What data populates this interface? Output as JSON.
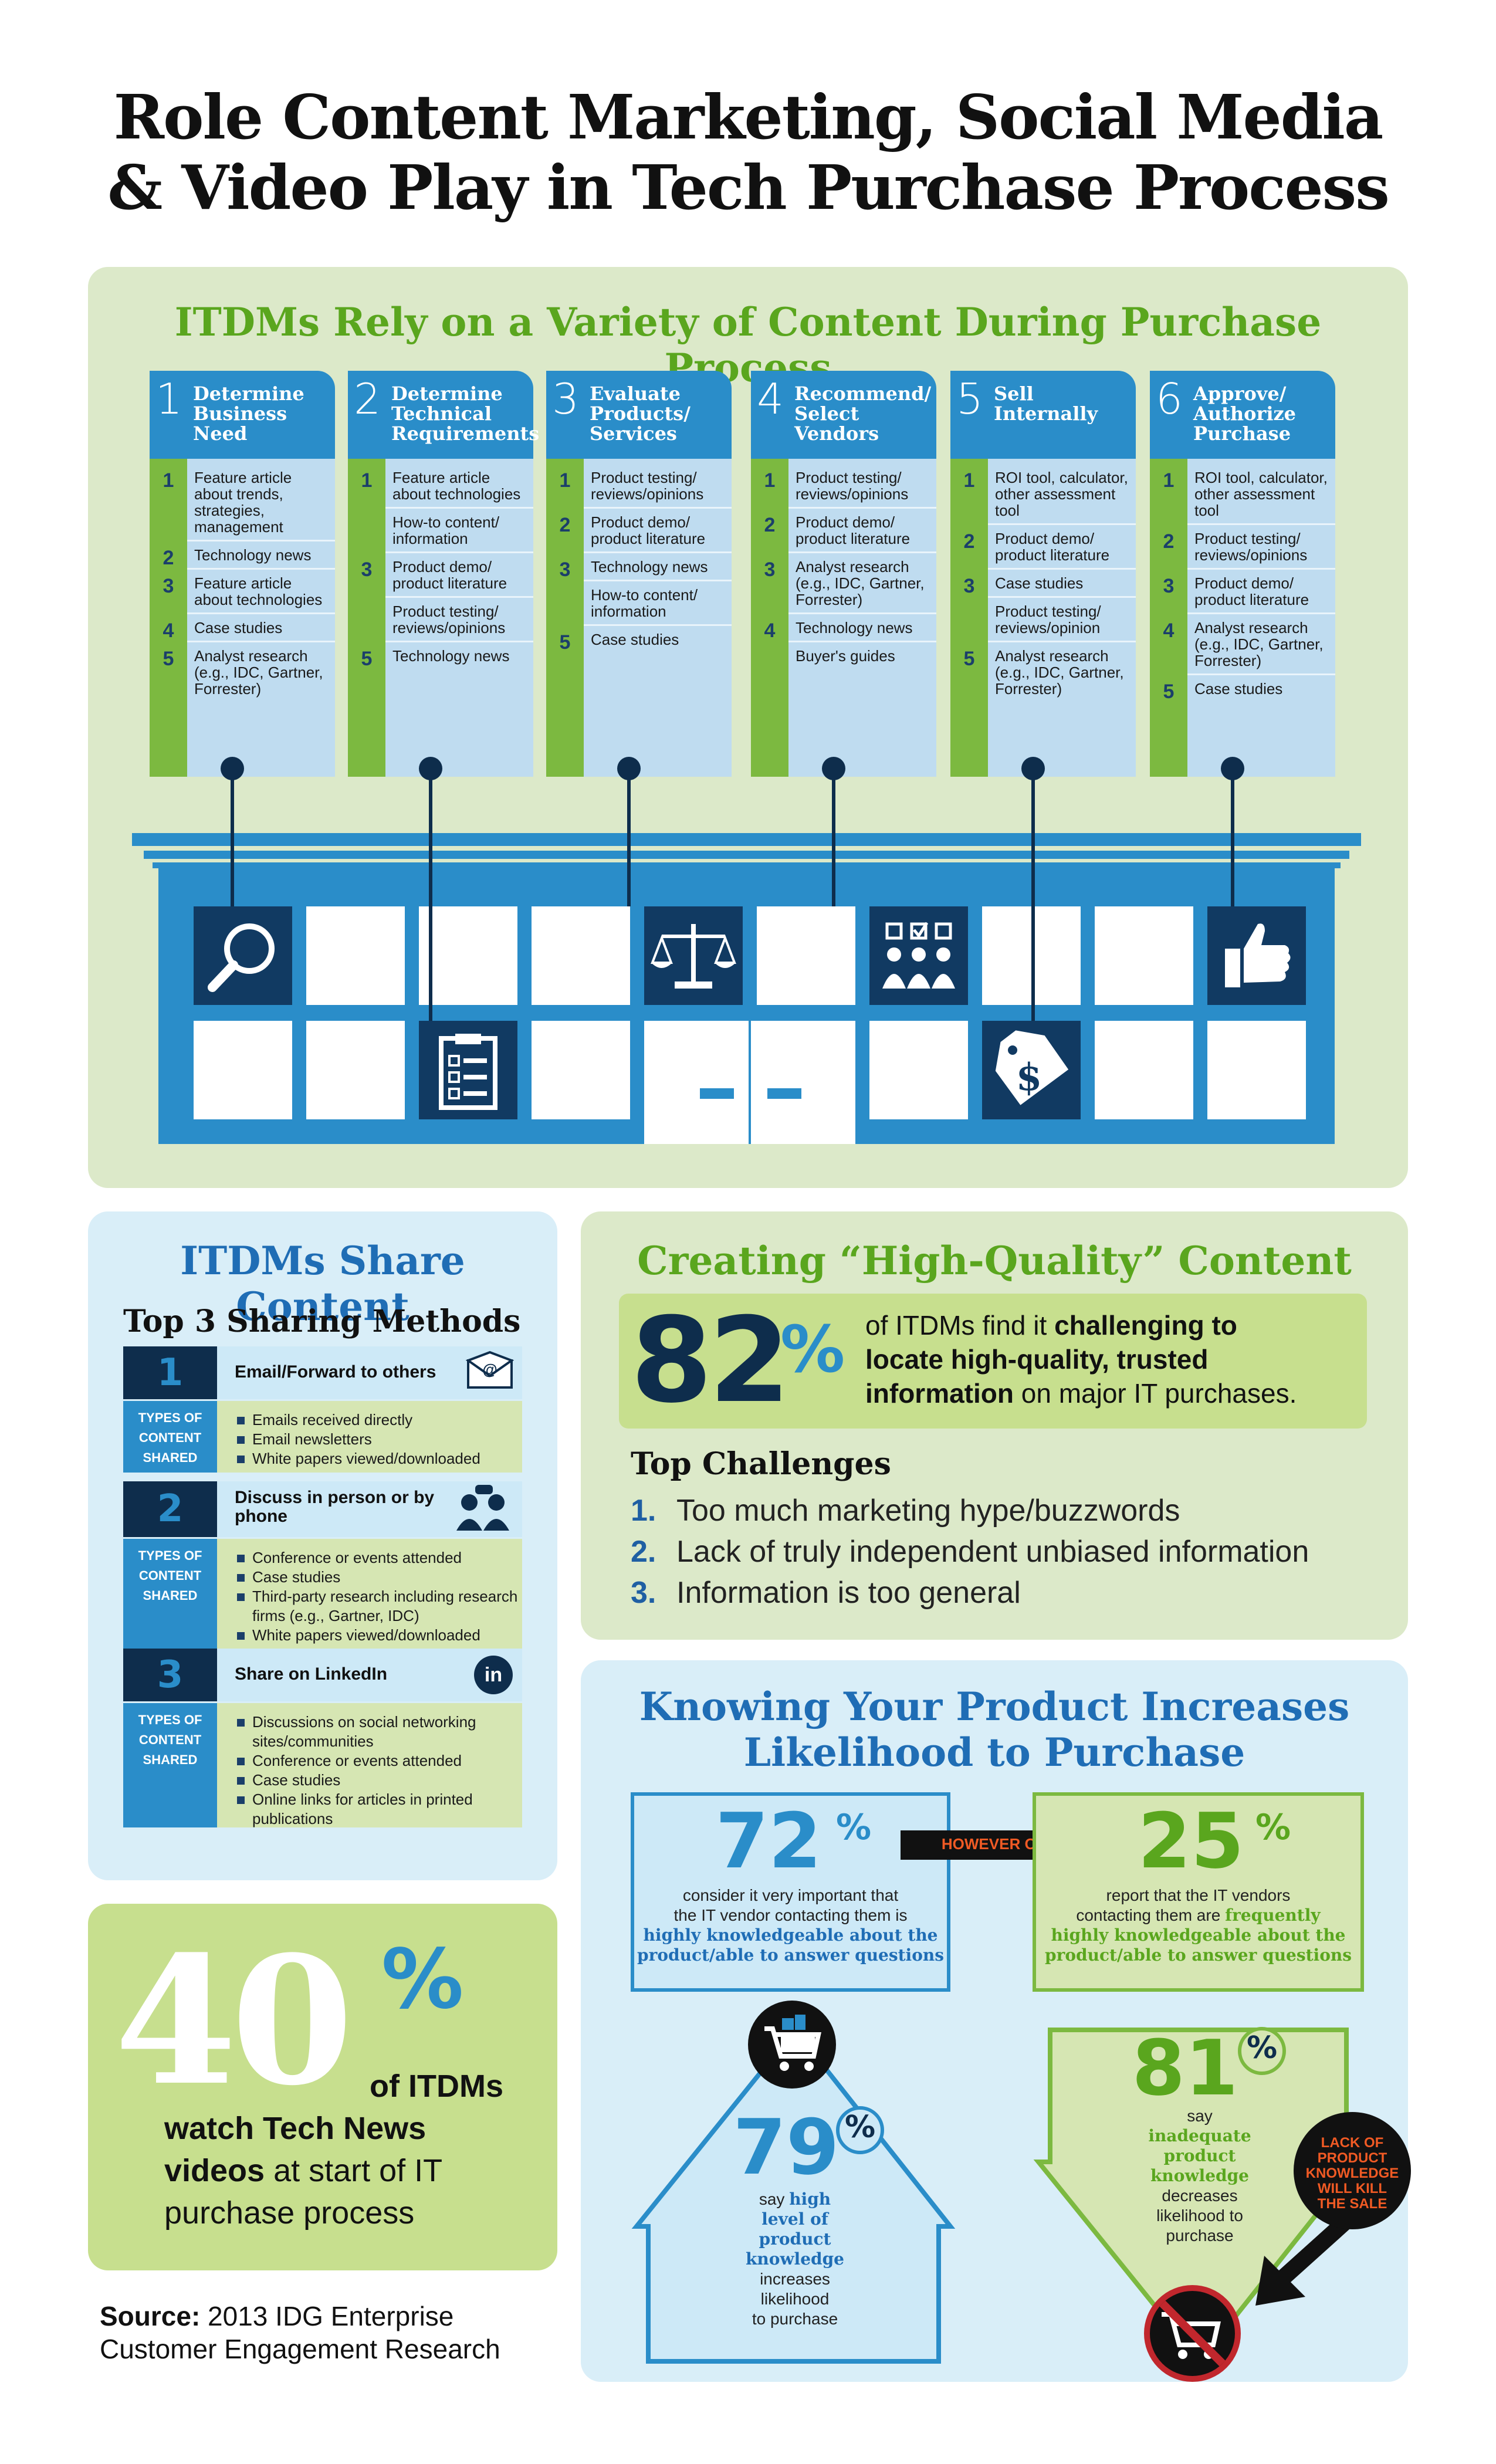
{
  "title": {
    "line1": "Role Content Marketing, Social Media",
    "line2": "& Video Play in Tech Purchase Process"
  },
  "process": {
    "title": "ITDMs Rely on a Variety of Content During Purchase Process",
    "steps": [
      {
        "num": "1",
        "name": "Determine Business Need",
        "icon": "magnifier-icon",
        "items": [
          {
            "n": "1",
            "t": "Feature article about trends, strategies, management"
          },
          {
            "n": "2",
            "t": "Technology news"
          },
          {
            "n": "3",
            "t": "Feature article about technologies"
          },
          {
            "n": "4",
            "t": "Case studies"
          },
          {
            "n": "5",
            "t": "Analyst research (e.g., IDC, Gartner, Forrester)"
          }
        ]
      },
      {
        "num": "2",
        "name": "Determine Technical Requirements",
        "icon": "checklist-icon",
        "items": [
          {
            "n": "1",
            "t": "Feature article about technologies"
          },
          {
            "n": "",
            "t": "How-to content/ information"
          },
          {
            "n": "3",
            "t": "Product demo/ product literature"
          },
          {
            "n": "",
            "t": "Product testing/ reviews/opinions"
          },
          {
            "n": "5",
            "t": "Technology news"
          }
        ]
      },
      {
        "num": "3",
        "name": "Evaluate Products/ Services",
        "icon": "scales-icon",
        "items": [
          {
            "n": "1",
            "t": "Product testing/ reviews/opinions"
          },
          {
            "n": "2",
            "t": "Product demo/ product literature"
          },
          {
            "n": "3",
            "t": "Technology news"
          },
          {
            "n": "",
            "t": "How-to content/ information"
          },
          {
            "n": "5",
            "t": "Case studies"
          }
        ]
      },
      {
        "num": "4",
        "name": "Recommend/ Select Vendors",
        "icon": "people-vote-icon",
        "items": [
          {
            "n": "1",
            "t": "Product testing/ reviews/opinions"
          },
          {
            "n": "2",
            "t": "Product demo/ product literature"
          },
          {
            "n": "3",
            "t": "Analyst research (e.g., IDC, Gartner, Forrester)"
          },
          {
            "n": "4",
            "t": "Technology news"
          },
          {
            "n": "",
            "t": "Buyer's guides"
          }
        ]
      },
      {
        "num": "5",
        "name": "Sell Internally",
        "icon": "price-tag-icon",
        "items": [
          {
            "n": "1",
            "t": "ROI tool, calculator, other assessment tool"
          },
          {
            "n": "2",
            "t": "Product demo/ product literature"
          },
          {
            "n": "3",
            "t": "Case studies"
          },
          {
            "n": "",
            "t": "Product testing/ reviews/opinion"
          },
          {
            "n": "5",
            "t": "Analyst research (e.g., IDC, Gartner, Forrester)"
          }
        ]
      },
      {
        "num": "6",
        "name": "Approve/ Authorize Purchase",
        "icon": "thumbs-up-icon",
        "items": [
          {
            "n": "1",
            "t": "ROI tool, calculator, other assessment tool"
          },
          {
            "n": "2",
            "t": "Product testing/ reviews/opinions"
          },
          {
            "n": "3",
            "t": "Product demo/ product literature"
          },
          {
            "n": "4",
            "t": "Analyst research (e.g., IDC, Gartner, Forrester)"
          },
          {
            "n": "5",
            "t": "Case studies"
          }
        ]
      }
    ]
  },
  "share": {
    "title": "ITDMs Share Content",
    "subtitle": "Top 3 Sharing Methods",
    "types_label": "TYPES OF CONTENT SHARED",
    "methods": [
      {
        "num": "1",
        "name": "Email/Forward to others",
        "icon": "email-icon",
        "items": [
          "Emails received directly",
          "Email newsletters",
          "White papers viewed/downloaded"
        ]
      },
      {
        "num": "2",
        "name": "Discuss in person or by phone",
        "icon": "people-talking-icon",
        "items": [
          "Conference or events attended",
          "Case studies",
          "Third-party research including research firms (e.g., Gartner, IDC)",
          "White papers viewed/downloaded"
        ]
      },
      {
        "num": "3",
        "name": "Share on LinkedIn",
        "icon": "linkedin-icon",
        "icon_text": "in",
        "items": [
          "Discussions on social networking sites/communities",
          "Conference or events attended",
          "Case studies",
          "Online links for articles in printed publications"
        ]
      }
    ]
  },
  "video": {
    "num": "40",
    "pct": "%",
    "line1": "of ITDMs",
    "line2": "watch Tech News",
    "line3a": "videos",
    "line3b": " at start of IT",
    "line4": "purchase process"
  },
  "source": {
    "label": "Source:",
    "text1": " 2013 IDG Enterprise",
    "text2": "Customer Engagement Research"
  },
  "quality": {
    "title": "Creating “High-Quality” Content",
    "num": "82",
    "pct": "%",
    "l1a": "of ITDMs find it ",
    "l1b": "challenging to",
    "l2": "locate high-quality, trusted",
    "l3a": "information",
    "l3b": " on major IT purchases.",
    "challenges_title": "Top Challenges",
    "challenges": [
      {
        "n": "1.",
        "t": "Too much marketing hype/buzzwords"
      },
      {
        "n": "2.",
        "t": "Lack of truly independent unbiased information"
      },
      {
        "n": "3.",
        "t": "Information is too general"
      }
    ]
  },
  "knowing": {
    "title1": "Knowing Your Product Increases",
    "title2": "Likelihood to Purchase",
    "s72": {
      "num": "72",
      "pct": "%",
      "l1": "consider it very important that",
      "l2": "the IT vendor contacting them is",
      "l3": "highly knowledgeable about the",
      "l4": "product/able to answer questions"
    },
    "however": "HOWEVER ONLY...",
    "s25": {
      "num": "25",
      "pct": "%",
      "l1": "report that the IT vendors",
      "l2a": "contacting them are ",
      "l2b": "frequently",
      "l3": "highly knowledgeable about the",
      "l4": "product/able to answer questions"
    },
    "s79": {
      "num": "79",
      "pct": "%",
      "l1": "say",
      "l2": "high",
      "l3": "level of",
      "l4": "product",
      "l5": "knowledge",
      "l6": "increases",
      "l7": "likelihood",
      "l8": "to purchase"
    },
    "s81": {
      "num": "81",
      "pct": "%",
      "l1": "say",
      "l2": "inadequate",
      "l3": "product",
      "l4": "knowledge",
      "l5": "decreases",
      "l6": "likelihood to",
      "l7": "purchase"
    },
    "kill": [
      "LACK OF",
      "PRODUCT",
      "KNOWLEDGE",
      "WILL KILL",
      "THE SALE"
    ]
  },
  "colors": {
    "navy": "#0e2d4c",
    "blue": "#2a8dc9",
    "green": "#7cb940",
    "light_green": "#dce9c9",
    "light_blue": "#d9eef8",
    "red": "#c1272d",
    "orange": "#f05a24"
  }
}
